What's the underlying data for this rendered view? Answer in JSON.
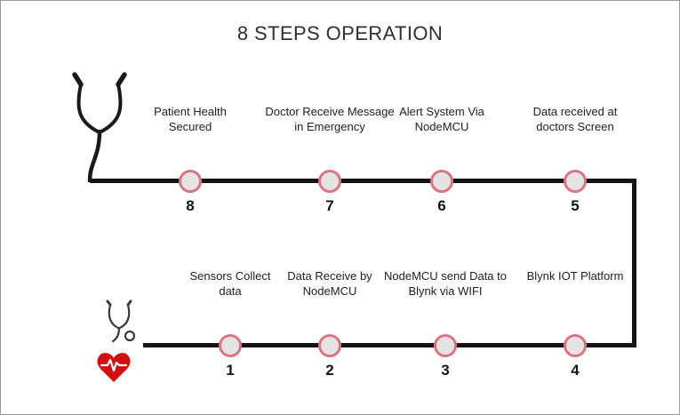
{
  "title": "8 STEPS OPERATION",
  "colors": {
    "flow_line": "#141414",
    "circle_fill": "#e4e4e4",
    "circle_border": "#dd7380",
    "heart": "#d21010",
    "text": "#1f1f1f"
  },
  "icons": {
    "top_left": "stethoscope-icon",
    "bottom_left_small": "stethoscope-small-icon",
    "bottom_left_heart": "heart-ecg-icon"
  },
  "rows": {
    "top": [
      {
        "number": "8",
        "label": "Patient Health\nSecured"
      },
      {
        "number": "7",
        "label": "Doctor Receive Message\nin Emergency"
      },
      {
        "number": "6",
        "label": "Alert System Via\nNodeMCU"
      },
      {
        "number": "5",
        "label": "Data received at\ndoctors Screen"
      }
    ],
    "bottom": [
      {
        "number": "1",
        "label": "Sensors Collect\ndata"
      },
      {
        "number": "2",
        "label": "Data Receive by\nNodeMCU"
      },
      {
        "number": "3",
        "label": "NodeMCU send Data to\nBlynk via WIFI"
      },
      {
        "number": "4",
        "label": "Blynk IOT Platform"
      }
    ]
  }
}
